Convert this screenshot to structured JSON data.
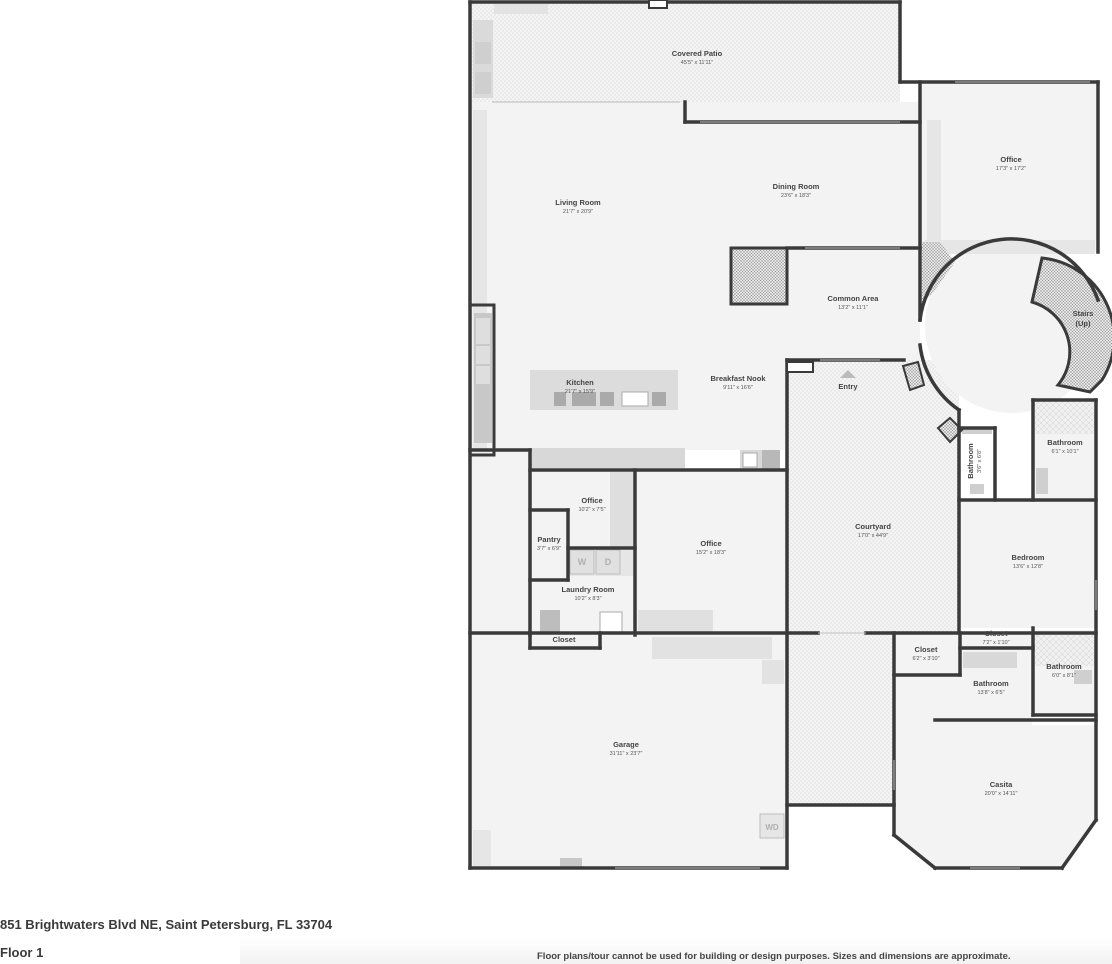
{
  "address": "851 Brightwaters Blvd NE, Saint Petersburg, FL 33704",
  "floor": "Floor 1",
  "disclaimer": "Floor plans/tour cannot be used for building or design purposes. Sizes and dimensions are approximate.",
  "rooms": {
    "covered_patio": {
      "name": "Covered Patio",
      "dims": "45'5\" x 11'11\""
    },
    "office_ne": {
      "name": "Office",
      "dims": "17'3\" x 17'2\""
    },
    "dining_room": {
      "name": "Dining Room",
      "dims": "23'6\" x 18'3\""
    },
    "living_room": {
      "name": "Living Room",
      "dims": "21'7\" x 20'9\""
    },
    "common_area": {
      "name": "Common Area",
      "dims": "13'2\" x 11'1\""
    },
    "stairs": {
      "name": "Stairs",
      "sub": "(Up)"
    },
    "kitchen": {
      "name": "Kitchen",
      "dims": "21'7\" x 15'9\""
    },
    "breakfast_nook": {
      "name": "Breakfast Nook",
      "dims": "9'11\" x 16'6\""
    },
    "entry": {
      "name": "Entry"
    },
    "bathroom_small": {
      "name": "Bathroom",
      "dims": "3'6\" x 6'8\""
    },
    "bathroom_ne": {
      "name": "Bathroom",
      "dims": "6'1\" x 10'1\""
    },
    "office_small": {
      "name": "Office",
      "dims": "10'2\" x 7'5\""
    },
    "office_mid": {
      "name": "Office",
      "dims": "15'2\" x 18'3\""
    },
    "pantry": {
      "name": "Pantry",
      "dims": "3'7\" x 6'9\""
    },
    "laundry_room": {
      "name": "Laundry Room",
      "dims": "10'2\" x 8'3\""
    },
    "courtyard": {
      "name": "Courtyard",
      "dims": "17'0\" x 44'9\""
    },
    "bedroom": {
      "name": "Bedroom",
      "dims": "13'6\" x 12'8\""
    },
    "closet_garage": {
      "name": "Closet"
    },
    "closet_mid": {
      "name": "Closet",
      "dims": "6'2\" x 3'10\""
    },
    "closet_east": {
      "name": "Closet",
      "dims": "7'2\" x 1'10\""
    },
    "bathroom_mid": {
      "name": "Bathroom",
      "dims": "13'8\" x 6'5\""
    },
    "bathroom_se": {
      "name": "Bathroom",
      "dims": "6'0\" x 8'1\""
    },
    "garage": {
      "name": "Garage",
      "dims": "31'11\" x 23'7\""
    },
    "casita": {
      "name": "Casita",
      "dims": "20'0\" x 14'11\""
    }
  },
  "fixtures": {
    "washer": "W",
    "dryer": "D",
    "garage_wd": "WD"
  }
}
